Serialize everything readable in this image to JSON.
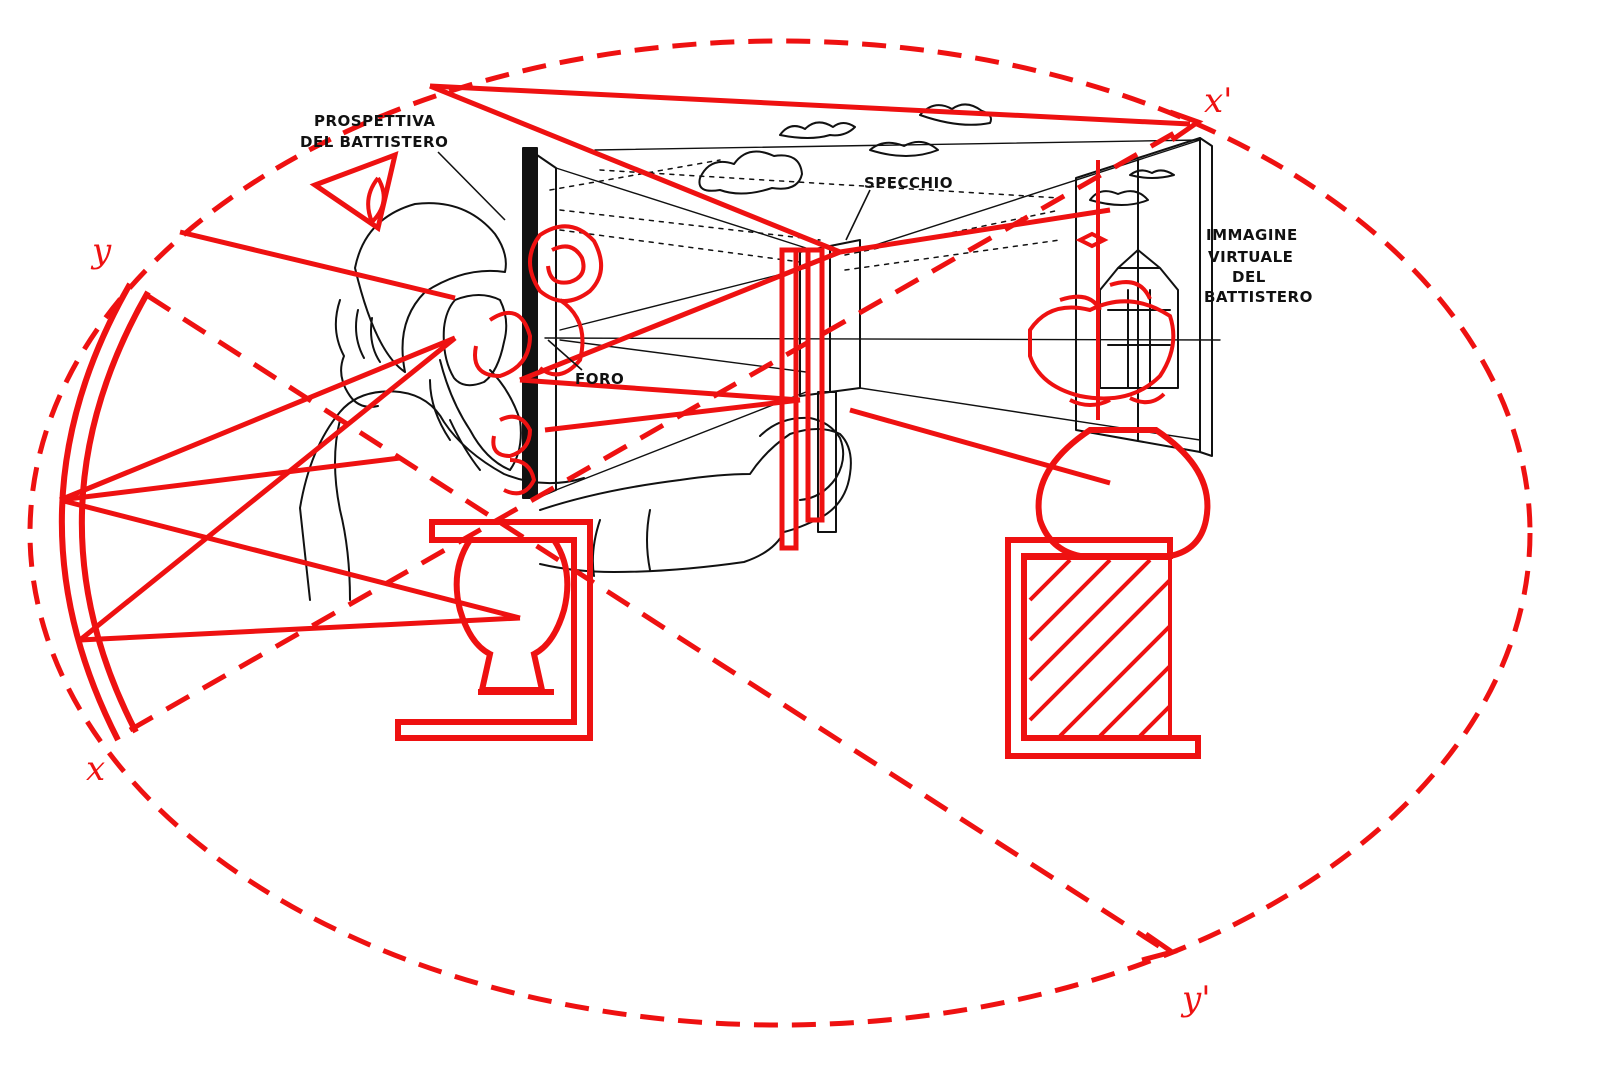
{
  "labels": {
    "prospettiva_line1": "PROSPETTIVA",
    "prospettiva_line2": "DEL BATTISTERO",
    "specchio": "SPECCHIO",
    "foro": "FORO",
    "immagine_line1": "IMMAGINE",
    "immagine_line2": "VIRTUALE",
    "immagine_line3": "DEL",
    "immagine_line4": "BATTISTERO"
  },
  "variables": {
    "x": "x",
    "y": "y",
    "x_prime": "x'",
    "y_prime": "y'"
  },
  "colors": {
    "overlay_red": "#ee1111",
    "ink": "#111111"
  }
}
